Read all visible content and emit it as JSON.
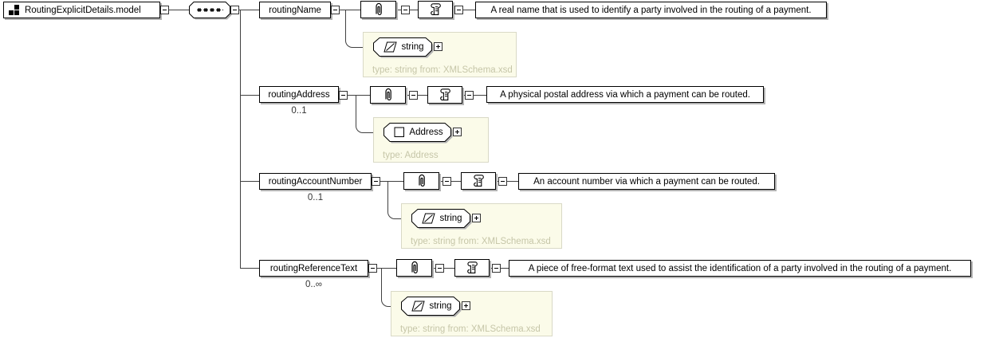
{
  "diagram": {
    "root": {
      "label": "RoutingExplicitDetails.model"
    },
    "compositor": {
      "kind": "sequence"
    },
    "elements": [
      {
        "name": "routingName",
        "occurrence": "",
        "annotation": "A real name that is used to identify a party involved in the routing of a payment.",
        "type": {
          "label": "string",
          "kind": "simple",
          "caption": "type: string from: XMLSchema.xsd"
        }
      },
      {
        "name": "routingAddress",
        "occurrence": "0..1",
        "annotation": "A physical postal address via which a payment can be routed.",
        "type": {
          "label": "Address",
          "kind": "complex",
          "caption": "type: Address"
        }
      },
      {
        "name": "routingAccountNumber",
        "occurrence": "0..1",
        "annotation": "An account number via which a payment can be routed.",
        "type": {
          "label": "string",
          "kind": "simple",
          "caption": "type: string from: XMLSchema.xsd"
        }
      },
      {
        "name": "routingReferenceText",
        "occurrence": "0..∞",
        "annotation": "A piece of free-format text used to assist the identification of a party involved in the routing of a payment.",
        "type": {
          "label": "string",
          "kind": "simple",
          "caption": "type: string from: XMLSchema.xsd"
        }
      }
    ],
    "colors": {
      "panel_bg": "#fbfbe9",
      "panel_border": "#d9d9c6",
      "caption_text": "#c6c6a8",
      "shadow": "#b2b2b2"
    }
  }
}
